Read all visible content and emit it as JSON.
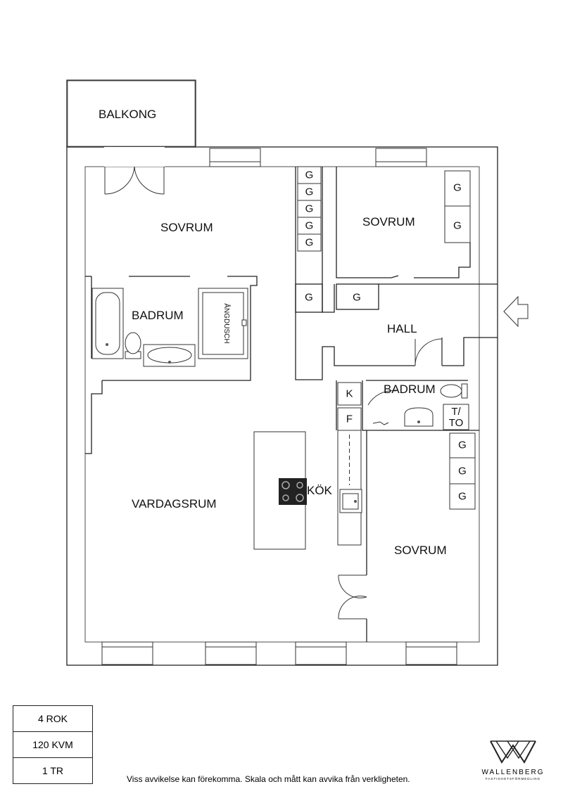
{
  "rooms": {
    "balcony": "BALKONG",
    "bedroom_top_left": "SOVRUM",
    "bedroom_top_right": "SOVRUM",
    "bathroom_left": "BADRUM",
    "shower": "ÅNGDUSCH",
    "hall": "HALL",
    "bathroom_small": "BADRUM",
    "washer_dryer": [
      "T/",
      "TO"
    ],
    "living_room": "VARDAGSRUM",
    "kitchen": "KÖK",
    "bedroom_bottom_right": "SOVRUM"
  },
  "kitchen_units": {
    "fridge": "K",
    "freezer": "F"
  },
  "wardrobe_label": "G",
  "info": [
    "4 ROK",
    "120 KVM",
    "1 TR"
  ],
  "disclaimer": "Viss avvikelse kan förekomma. Skala och mått kan avvika från verkligheten.",
  "brand": {
    "name": "WALLENBERG",
    "subtitle": "FASTIGHETSFÖRMEDLING"
  }
}
